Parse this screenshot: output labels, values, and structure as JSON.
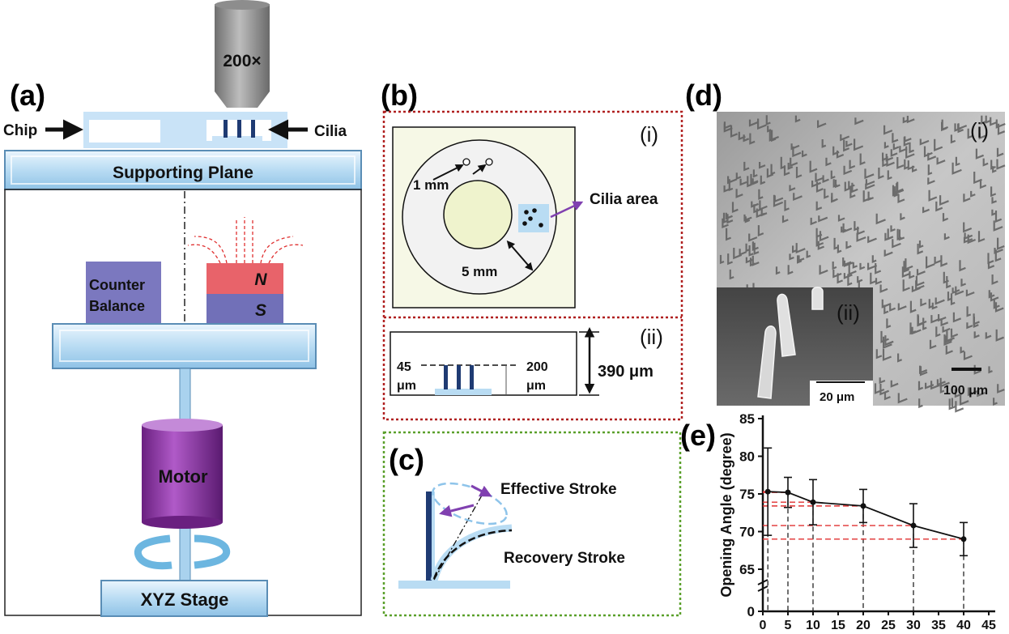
{
  "panels": {
    "a": {
      "label": "(a)",
      "objective": "200×",
      "chip": "Chip",
      "cilia": "Cilia",
      "supporting_plane": "Supporting Plane",
      "counter_balance": [
        "Counter",
        "Balance"
      ],
      "magnet_n": "N",
      "magnet_s": "S",
      "motor": "Motor",
      "stage": "XYZ Stage"
    },
    "b": {
      "label": "(b)",
      "sub_i": "(i)",
      "sub_ii": "(ii)",
      "dim_1mm": "1 mm",
      "dim_5mm": "5 mm",
      "cilia_area": "Cilia area",
      "h45": [
        "45",
        "μm"
      ],
      "h200": [
        "200",
        "μm"
      ],
      "h390": "390 μm"
    },
    "c": {
      "label": "(c)",
      "effective": "Effective Stroke",
      "recovery": "Recovery Stroke"
    },
    "d": {
      "label": "(d)",
      "sub_i": "(i)",
      "sub_ii": "(ii)",
      "scale_small": "20 μm",
      "scale_large": "100 μm"
    },
    "e": {
      "label": "(e)"
    }
  },
  "colors": {
    "light_blue": "#c9e3f7",
    "magnet_red": "#e8636a",
    "magnet_blue": "#7170b8",
    "counter": "#7b78bf",
    "motor": "#9c3bb6",
    "arrow_purple": "#8040b0",
    "dotted_red": "#b02020",
    "dotted_green": "#5aa02a"
  },
  "chart_data": {
    "type": "line",
    "ylabel": "Opening Angle (degree)",
    "x_ticks": [
      "0",
      "5",
      "10",
      "15",
      "20",
      "25",
      "30",
      "35",
      "40",
      "45"
    ],
    "y_ticks": [
      "0",
      "65",
      "70",
      "75",
      "80",
      "85"
    ],
    "ylim": [
      60,
      85
    ],
    "x": [
      1,
      5,
      10,
      20,
      30,
      40
    ],
    "values": [
      75.3,
      75.2,
      73.9,
      73.4,
      70.8,
      69.0
    ],
    "errors": [
      5.8,
      2.0,
      3.0,
      2.2,
      2.9,
      2.2
    ],
    "grid": false
  }
}
